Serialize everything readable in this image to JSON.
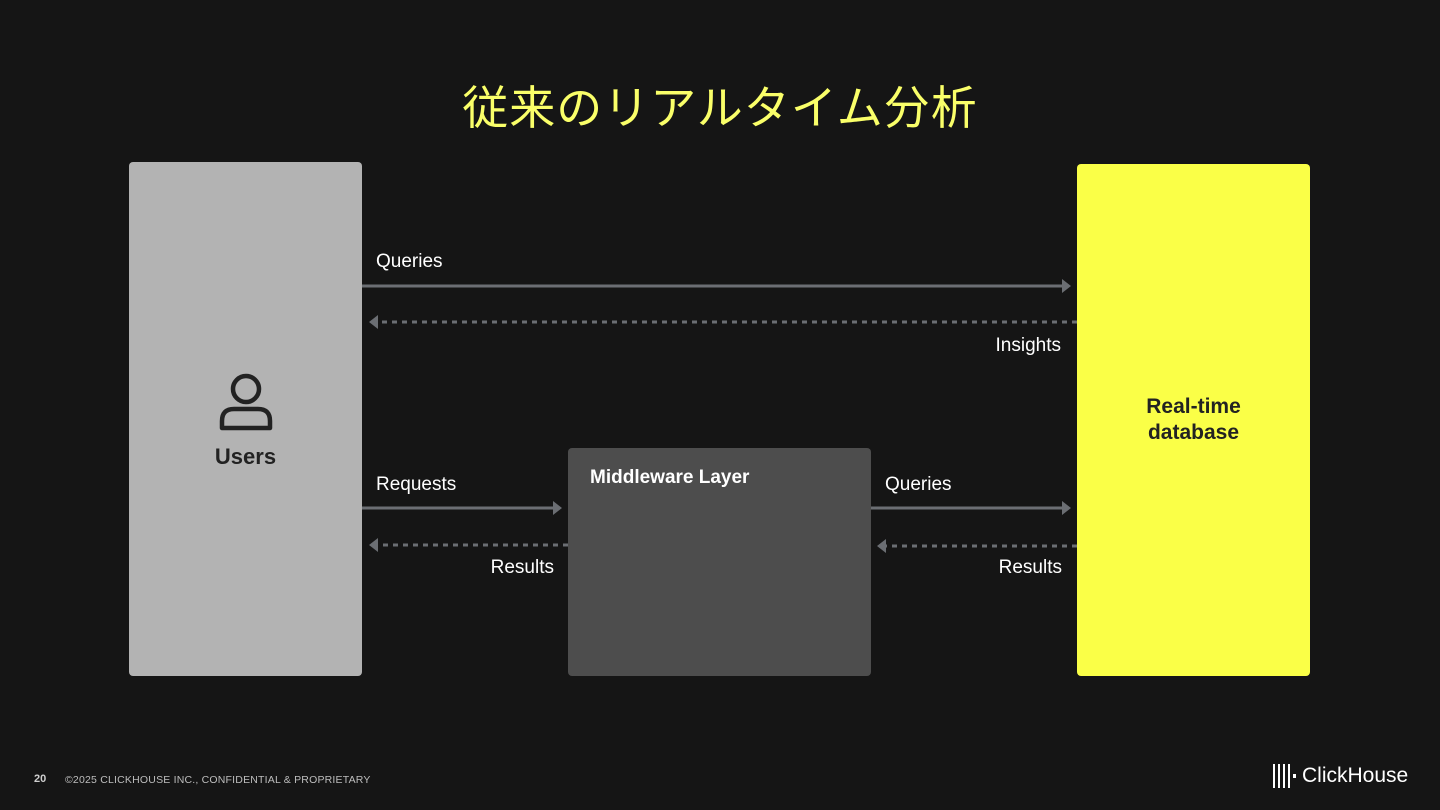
{
  "slide": {
    "title": "従来のリアルタイム分析",
    "page_number": "20",
    "copyright": "©2025 CLICKHOUSE INC., CONFIDENTIAL & PROPRIETARY"
  },
  "nodes": {
    "users": "Users",
    "middleware": "Middleware Layer",
    "database_line1": "Real-time",
    "database_line2": "database"
  },
  "edges": {
    "top_queries": "Queries",
    "top_insights": "Insights",
    "requests": "Requests",
    "results_left": "Results",
    "mw_queries": "Queries",
    "results_right": "Results"
  },
  "logo": {
    "text": "ClickHouse",
    "icon": "clickhouse-bars-icon"
  },
  "colors": {
    "background": "#151515",
    "accent_yellow": "#faff47",
    "users_box": "#b3b3b3",
    "middleware_box": "#4d4d4d",
    "arrow": "#6b6e73"
  }
}
